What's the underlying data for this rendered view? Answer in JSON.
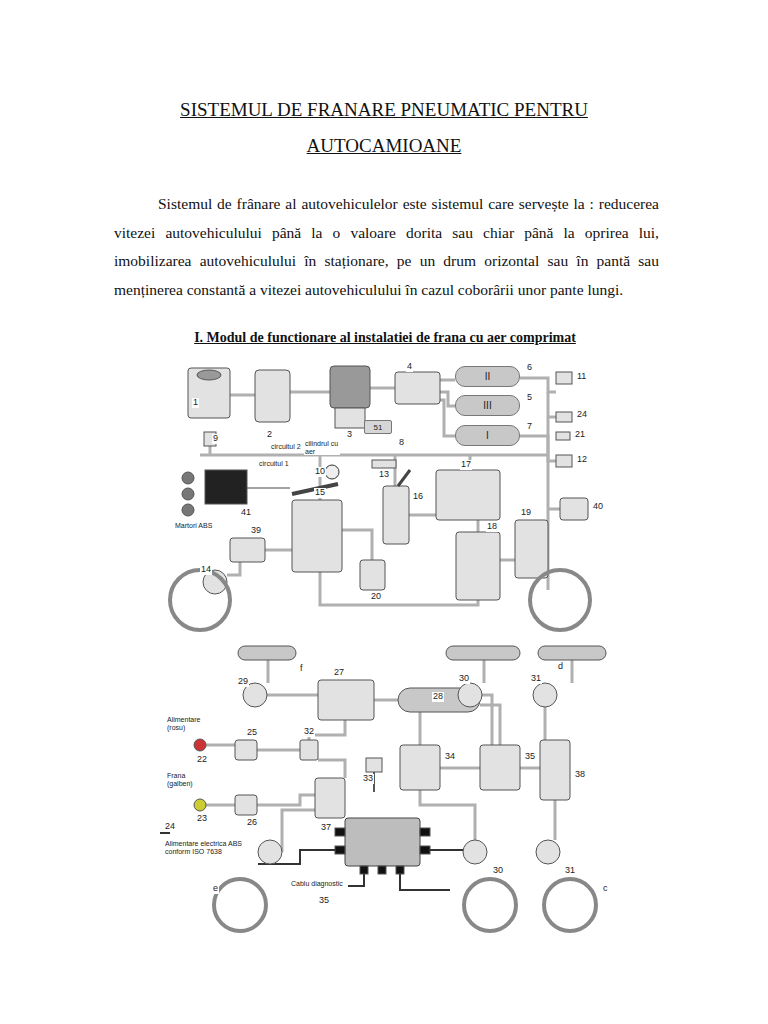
{
  "diagram": {
    "title": "SISTEMUL DE FRANARE PNEUMATIC PENTRU AUTOCAMIOANE",
    "nodes": [
      {
        "text": [
          "II"
        ]
      },
      {
        "text": [
          "III"
        ]
      },
      {
        "text": [
          "I"
        ]
      },
      {
        "text": [
          "51"
        ]
      }
    ],
    "labels": [
      "Sistemul de frânare al autovehiculelor este sistemul care servește la : reducerea vitezei autovehiculului până la o valoare dorita sau chiar până la oprirea lui, imobilizarea autovehiculului în staționare, pe un drum orizontal sau în pantă sau menținerea constantă a vitezei autovehiculului în cazul coborârii unor pante lungi.",
      "I. Modul de functionare al instalatiei de frana cu aer comprimat",
      "1",
      "2",
      "3",
      "4",
      "6",
      "5",
      "7",
      "8",
      "9",
      "11",
      "24",
      "21",
      "12",
      "circuitul 2",
      "cilindrul cu aer",
      "circuitul 1",
      "10",
      "13",
      "17",
      "Martori ABS",
      "41",
      "15",
      "16",
      "40",
      "39",
      "19",
      "18",
      "14",
      "20",
      "f",
      "d",
      "29",
      "27",
      "30",
      "31",
      "28",
      "Alimentare (rosu)",
      "22",
      "25",
      "32",
      "33",
      "34",
      "35",
      "38",
      "Frana (galben)",
      "23",
      "26",
      "37",
      "24",
      "Alimentare electrica ABS conform ISO 7638",
      "Cablu diagnostic",
      "35",
      "e",
      "30",
      "31",
      "c"
    ]
  }
}
